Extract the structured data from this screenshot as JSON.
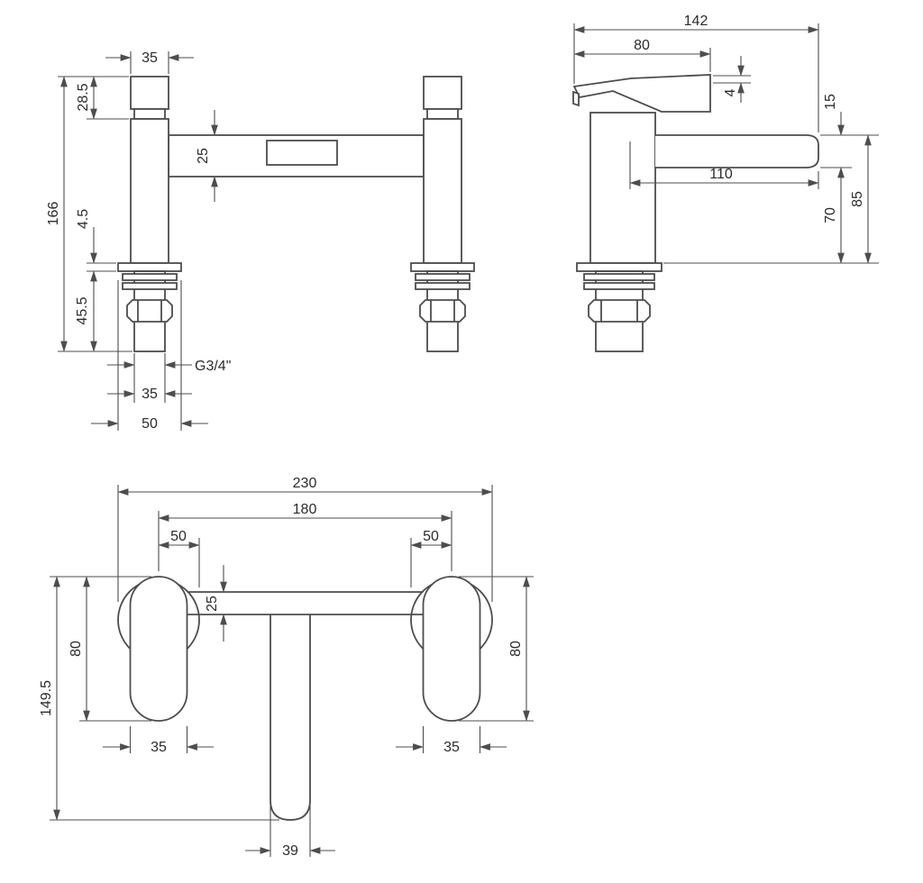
{
  "drawing": {
    "background_color": "#ffffff",
    "ink_color": "#4d4d4d",
    "text_color": "#2b2b2b",
    "views": {
      "front": {
        "dims": {
          "top_width": "35",
          "handle_height": "28.5",
          "body_bar_height": "25",
          "overall_height": "166",
          "deck_thickness": "4.5",
          "shank_length": "45.5",
          "thread_size": "G3/4\"",
          "shank_width": "35",
          "base_width": "50"
        }
      },
      "side": {
        "dims": {
          "overall_depth": "142",
          "handle_length": "80",
          "handle_rise": "4",
          "spout_height": "15",
          "spout_reach": "110",
          "body_drop": "70",
          "overall_height": "85"
        }
      },
      "plan": {
        "dims": {
          "overall_width": "230",
          "hole_centres": "180",
          "flange_dia_left": "50",
          "flange_dia_right": "50",
          "bar_width": "25",
          "body_length_left": "80",
          "body_length_right": "80",
          "overall_depth": "149.5",
          "body_width_left": "35",
          "body_width_right": "35",
          "spout_width": "39"
        }
      }
    }
  }
}
